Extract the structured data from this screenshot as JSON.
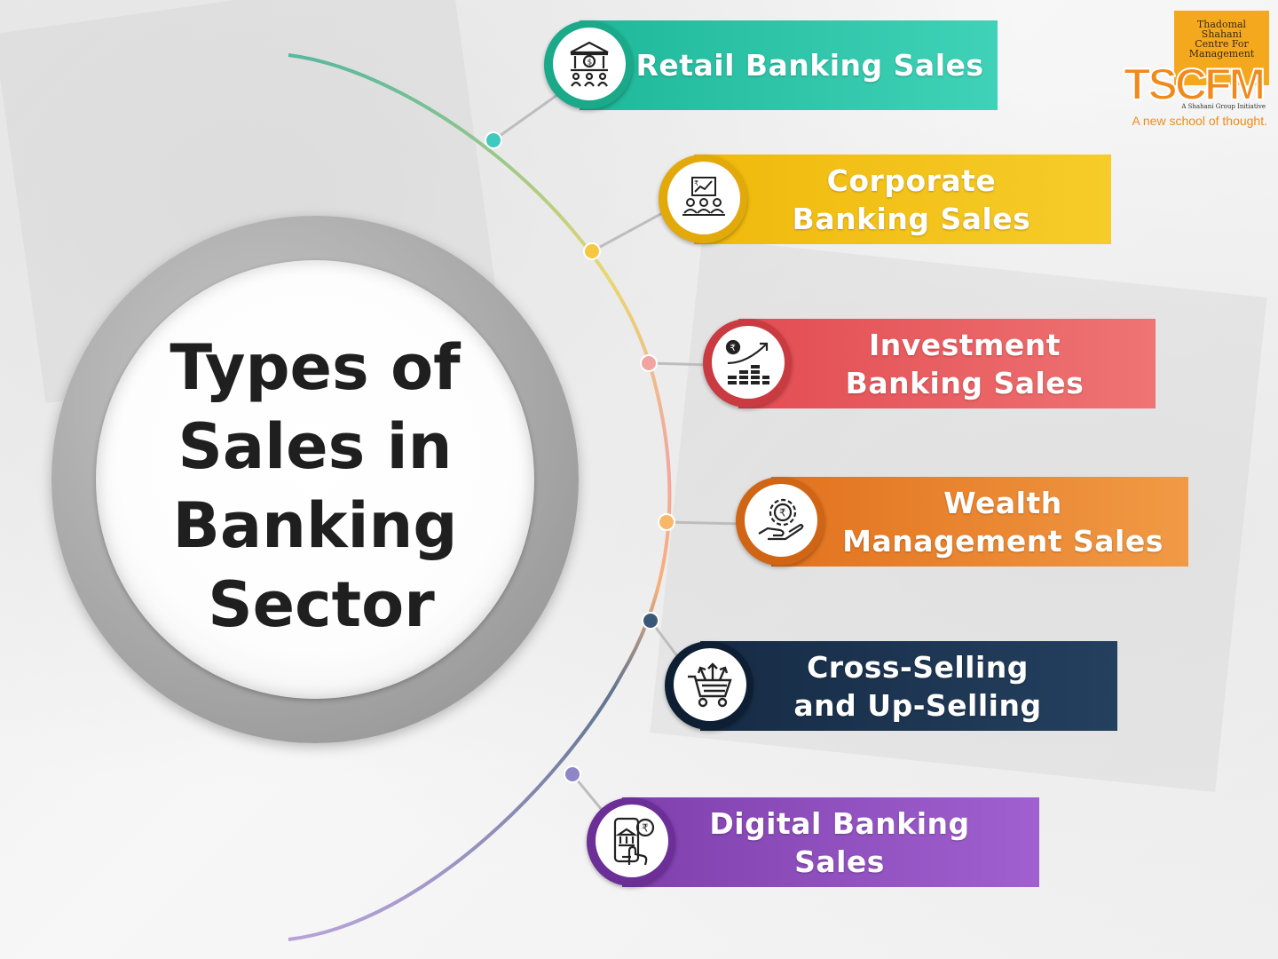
{
  "title": {
    "lines": [
      "Types of",
      "Sales in",
      "Banking",
      "Sector"
    ]
  },
  "logo": {
    "box_lines": [
      "Thadomal",
      "Shahani",
      "Centre For",
      "Management"
    ],
    "wordmark": "TSCFM",
    "initiative": "A Shahani Group Initiative",
    "tagline": "A new school of thought."
  },
  "items": [
    {
      "lines": [
        "Retail Banking Sales"
      ],
      "icon": "bank-people-icon",
      "color": "#1fbf9e",
      "dot": "#3fc9c0"
    },
    {
      "lines": [
        "Corporate",
        "Banking Sales"
      ],
      "icon": "corporate-meeting-icon",
      "color": "#f2c21a",
      "dot": "#f5c842"
    },
    {
      "lines": [
        "Investment",
        "Banking Sales"
      ],
      "icon": "rupee-growth-icon",
      "color": "#e8555a",
      "dot": "#f2a5a0"
    },
    {
      "lines": [
        "Wealth",
        "Management Sales"
      ],
      "icon": "rupee-gear-hand-icon",
      "color": "#ec7f2c",
      "dot": "#f7b86a"
    },
    {
      "lines": [
        "Cross-Selling",
        "and Up-Selling"
      ],
      "icon": "cart-arrows-icon",
      "color": "#1e3450",
      "dot": "#3b5878"
    },
    {
      "lines": [
        "Digital Banking",
        "Sales"
      ],
      "icon": "mobile-banking-icon",
      "color": "#8e4bb7",
      "dot": "#8f86c7"
    }
  ]
}
